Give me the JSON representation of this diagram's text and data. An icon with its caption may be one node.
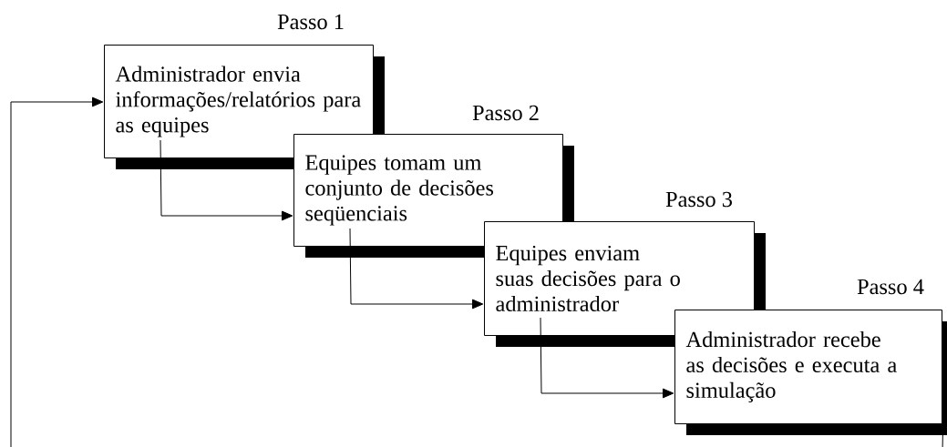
{
  "diagram": {
    "nodes": [
      {
        "text": [
          "Administrador envia informações/relatórios para as equipes"
        ],
        "beside": [
          "Passo 1"
        ]
      },
      {
        "text": [
          "Equipes tomam um conjunto de decisões seqüenciais"
        ],
        "beside": [
          "Passo 2"
        ]
      },
      {
        "text": [
          "Equipes enviam suas decisões para o administrador"
        ],
        "beside": [
          "Passo 3"
        ]
      },
      {
        "text": [
          "Administrador recebe as decisões e executa a simulação"
        ],
        "beside": [
          "Passo 4"
        ]
      }
    ],
    "edges": [
      {
        "from": 0,
        "to": 1,
        "arrow": "to"
      },
      {
        "from": 1,
        "to": 2,
        "arrow": "to"
      },
      {
        "from": 2,
        "to": 3,
        "arrow": "to"
      },
      {
        "from": 3,
        "to": 0,
        "arrow": "to"
      }
    ]
  }
}
